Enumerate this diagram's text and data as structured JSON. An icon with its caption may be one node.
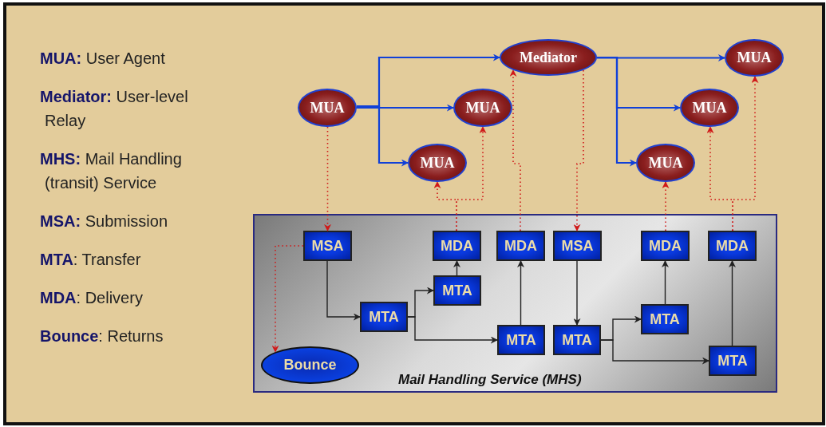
{
  "diagram": {
    "nodes": [
      {
        "text": [
          "MUA"
        ]
      },
      {
        "text": [
          "Mediator"
        ]
      },
      {
        "text": [
          "MUA"
        ]
      },
      {
        "text": [
          "MUA"
        ]
      },
      {
        "text": [
          "MUA"
        ]
      },
      {
        "text": [
          "MUA"
        ]
      },
      {
        "text": [
          "MUA"
        ]
      },
      {
        "text": [
          "Mail Handling Service (MHS)"
        ]
      },
      {
        "text": [
          "MSA"
        ],
        "in": 7
      },
      {
        "text": [
          "MDA"
        ],
        "in": 7
      },
      {
        "text": [
          "MDA"
        ],
        "in": 7
      },
      {
        "text": [
          "MSA"
        ],
        "in": 7
      },
      {
        "text": [
          "MDA"
        ],
        "in": 7
      },
      {
        "text": [
          "MDA"
        ],
        "in": 7
      },
      {
        "text": [
          "MTA"
        ],
        "in": 7
      },
      {
        "text": [
          "MTA"
        ],
        "in": 7
      },
      {
        "text": [
          "MTA"
        ],
        "in": 7
      },
      {
        "text": [
          "MTA"
        ],
        "in": 7
      },
      {
        "text": [
          "MTA"
        ],
        "in": 7
      },
      {
        "text": [
          "MTA"
        ],
        "in": 7
      },
      {
        "text": [
          "Bounce"
        ],
        "in": 7
      }
    ],
    "edges": [
      {
        "from": 0,
        "to": 1,
        "arrow": "to",
        "color": "#1040d8"
      },
      {
        "from": 0,
        "to": 2,
        "arrow": "to",
        "color": "#1040d8"
      },
      {
        "from": 0,
        "to": 3,
        "arrow": "to",
        "color": "#1040d8"
      },
      {
        "from": 1,
        "to": 4,
        "arrow": "to",
        "color": "#1040d8"
      },
      {
        "from": 1,
        "to": 5,
        "arrow": "to",
        "color": "#1040d8"
      },
      {
        "from": 1,
        "to": 6,
        "arrow": "to",
        "color": "#1040d8"
      },
      {
        "from": 0,
        "to": 8,
        "arrow": "to",
        "style": "dashed",
        "color": "#d01818"
      },
      {
        "from": 8,
        "to": 20,
        "arrow": "to",
        "style": "dashed",
        "color": "#d01818"
      },
      {
        "from": 9,
        "to": 2,
        "arrow": "to",
        "style": "dashed",
        "color": "#d01818"
      },
      {
        "from": 9,
        "to": 3,
        "arrow": "to",
        "style": "dashed",
        "color": "#d01818"
      },
      {
        "from": 10,
        "to": 1,
        "arrow": "to",
        "style": "dashed",
        "color": "#d01818"
      },
      {
        "from": 1,
        "to": 11,
        "arrow": "to",
        "style": "dashed",
        "color": "#d01818"
      },
      {
        "from": 12,
        "to": 6,
        "arrow": "to",
        "style": "dashed",
        "color": "#d01818"
      },
      {
        "from": 13,
        "to": 5,
        "arrow": "to",
        "style": "dashed",
        "color": "#d01818"
      },
      {
        "from": 13,
        "to": 4,
        "arrow": "to",
        "style": "dashed",
        "color": "#d01818"
      },
      {
        "from": 8,
        "to": 15,
        "arrow": "to"
      },
      {
        "from": 15,
        "to": 14,
        "arrow": "to"
      },
      {
        "from": 15,
        "to": 16,
        "arrow": "to"
      },
      {
        "from": 14,
        "to": 9,
        "arrow": "to"
      },
      {
        "from": 16,
        "to": 10,
        "arrow": "to"
      },
      {
        "from": 11,
        "to": 17,
        "arrow": "to"
      },
      {
        "from": 17,
        "to": 18,
        "arrow": "to"
      },
      {
        "from": 17,
        "to": 19,
        "arrow": "to"
      },
      {
        "from": 18,
        "to": 12,
        "arrow": "to"
      },
      {
        "from": 19,
        "to": 13,
        "arrow": "to"
      }
    ],
    "labels": [
      "**MUA:** User Agent",
      "**Mediator:** User-level Relay",
      "**MHS:** Mail Handling (transit) Service",
      "**MSA:** Submission",
      "**MTA**: Transfer",
      "**MDA**: Delivery",
      "**Bounce**: Returns"
    ]
  }
}
